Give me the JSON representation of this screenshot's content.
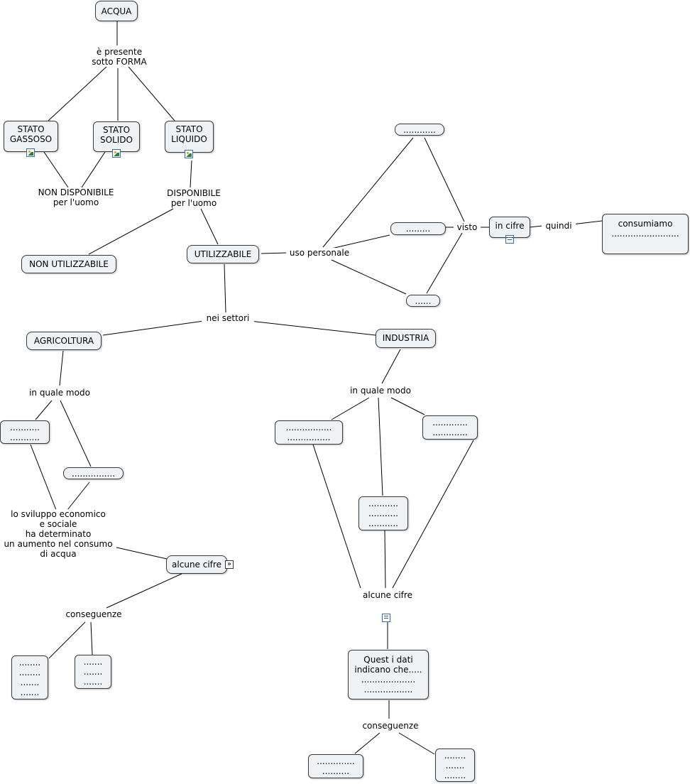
{
  "nodes": {
    "acqua": "ACQUA",
    "gassoso": "STATO\nGASSOSO",
    "solido": "STATO\nSOLIDO",
    "liquido": "STATO\nLIQUIDO",
    "non_utilizzabile": "NON UTILIZZABILE",
    "utilizzabile": "UTILIZZABILE",
    "top_dots": "............",
    "mid_dots": ".........",
    "low_dots": "......",
    "in_cifre": "in cifre",
    "consumiamo": "consumiamo\n.........................",
    "agricoltura": "AGRICOLTURA",
    "industria": "INDUSTRIA",
    "agri_dots_1": "...........\n...........",
    "agri_dots_2": "................",
    "alcune_cifre_agri": "alcune cifre",
    "agri_cons_1": "........\n........\n.......\n.......",
    "agri_cons_2": ".......\n.......\n.......",
    "ind_dots_1": ".................\n................",
    "ind_dots_2": ".............\n.............",
    "ind_dots_3": "...........\n...........\n...........",
    "quest_i_dati": "Quest i dati\nindicano che.....\n....................\n..................",
    "ind_cons_1": "..............\n..........",
    "ind_cons_2": "........\n.......\n........"
  },
  "labels": {
    "e_presente": "è presente\nsotto FORMA",
    "non_disponibile": "NON DISPONIBILE\nper l'uomo",
    "disponibile": "DISPONIBILE\nper l'uomo",
    "uso_personale": "uso personale",
    "visto": "visto",
    "quindi": "quindi",
    "nei_settori": "nei settori",
    "agri_in_quale_modo": "in quale modo",
    "sviluppo": "lo sviluppo economico\ne sociale\nha determinato\nun aumento nel consumo\ndi acqua",
    "agri_conseguenze": "conseguenze",
    "ind_in_quale_modo": "in quale modo",
    "ind_alcune_cifre": "alcune cifre",
    "ind_conseguenze": "conseguenze"
  },
  "icons": {
    "resource_image": "image-icon",
    "resource_document": "document-icon",
    "nested_map": "nested-map-arrow-icon"
  }
}
